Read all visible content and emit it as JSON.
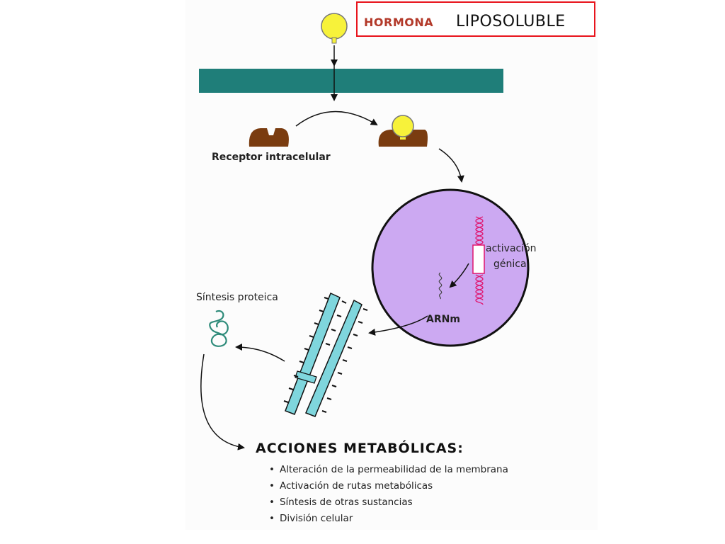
{
  "title": {
    "hormone": "HORMONA",
    "type": "LIPOSOLUBLE"
  },
  "labels": {
    "receptor": "Receptor intracelular",
    "activation_line1": "activación",
    "activation_line2": "génica",
    "mrna": "ARNm",
    "protein_synthesis": "Síntesis proteica"
  },
  "metabolic": {
    "title": "ACCIONES METABÓLICAS:",
    "items": [
      "Alteración de la permeabilidad de la membrana",
      "Activación de rutas metabólicas",
      "Síntesis de otras sustancias",
      "División celular"
    ]
  },
  "colors": {
    "hormone": "#f7f23a",
    "membrane": "#1f7e79",
    "receptor": "#7a3c10",
    "nucleus": "#cca9f2",
    "gene": "#e0156e",
    "reticulum": "#7fd6dd",
    "protein": "#2e8b7a"
  }
}
